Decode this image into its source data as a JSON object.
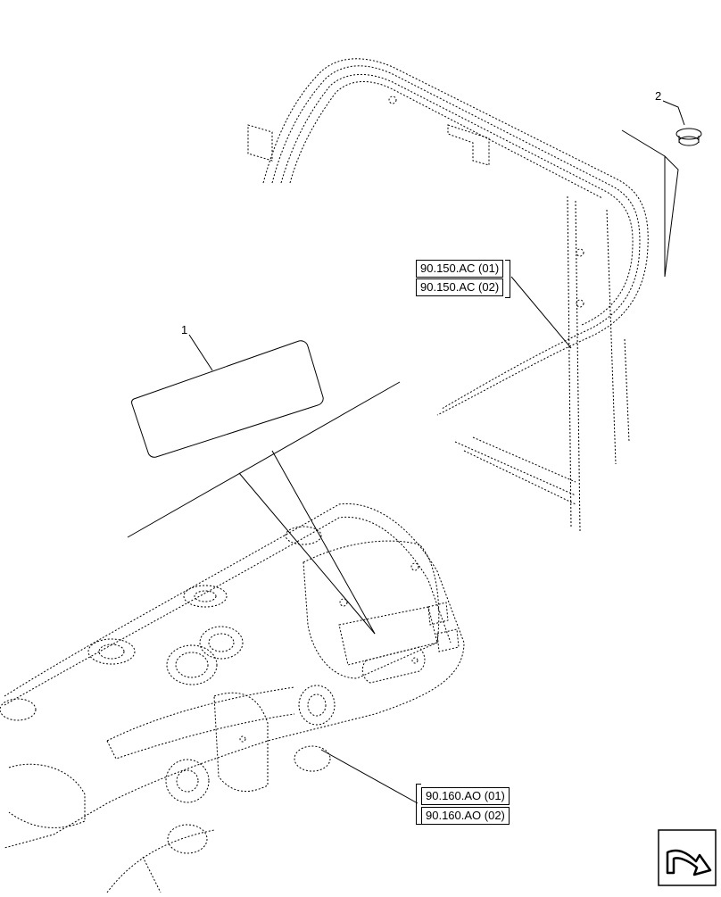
{
  "callouts": {
    "item_1": "1",
    "item_2": "2"
  },
  "references": {
    "cab_frame": [
      "90.150.AC (01)",
      "90.150.AC (02)"
    ],
    "dashboard": [
      "90.160.AO (01)",
      "90.160.AO (02)"
    ]
  },
  "icons": {
    "nav": "next-page-arrow-icon"
  },
  "colors": {
    "line": "#000000",
    "background": "#ffffff"
  }
}
